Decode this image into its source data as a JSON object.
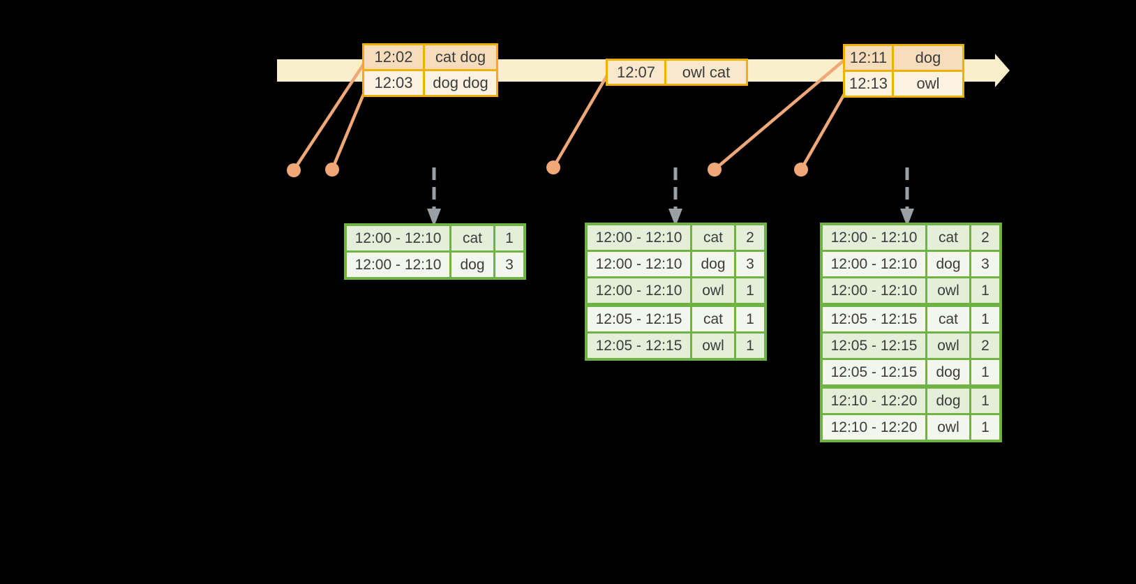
{
  "diagram": {
    "type": "streaming-windowed-aggregation-timeline",
    "colors": {
      "background": "#000000",
      "timeline_band": "#FAEFCB",
      "event_table_border": "#F0B000",
      "event_row_dark": "#F7DDBB",
      "event_row_light": "#FCF2E2",
      "event_row_mid": "#FAE8CD",
      "event_dot_and_line": "#F0A878",
      "trigger_arrow_gray": "#9AA0A4",
      "result_table_border": "#6FB344",
      "result_row_green": "#E4EED9",
      "result_row_light": "#F2F6EC",
      "table_text": "#3C3C3C"
    },
    "icons": [
      "timeline-arrow-icon",
      "trigger-arrow-icon",
      "event-dot-icon"
    ]
  },
  "timeline": {
    "event_tables": [
      {
        "rows": [
          {
            "time": "12:02",
            "words": "cat dog",
            "shade": "dark"
          },
          {
            "time": "12:03",
            "words": "dog dog",
            "shade": "light"
          }
        ]
      },
      {
        "rows": [
          {
            "time": "12:07",
            "words": "owl cat",
            "shade": "mid"
          }
        ]
      },
      {
        "rows": [
          {
            "time": "12:11",
            "words": "dog",
            "shade": "dark"
          },
          {
            "time": "12:13",
            "words": "owl",
            "shade": "light"
          }
        ]
      }
    ]
  },
  "result_tables": [
    {
      "rows": [
        {
          "window": "12:00 - 12:10",
          "word": "cat",
          "count": "1"
        },
        {
          "window": "12:00 - 12:10",
          "word": "dog",
          "count": "3"
        }
      ]
    },
    {
      "rows": [
        {
          "window": "12:00 - 12:10",
          "word": "cat",
          "count": "2"
        },
        {
          "window": "12:00 - 12:10",
          "word": "dog",
          "count": "3"
        },
        {
          "window": "12:00 - 12:10",
          "word": "owl",
          "count": "1"
        },
        {
          "window": "12:05 - 12:15",
          "word": "cat",
          "count": "1"
        },
        {
          "window": "12:05 - 12:15",
          "word": "owl",
          "count": "1"
        }
      ]
    },
    {
      "rows": [
        {
          "window": "12:00 - 12:10",
          "word": "cat",
          "count": "2"
        },
        {
          "window": "12:00 - 12:10",
          "word": "dog",
          "count": "3"
        },
        {
          "window": "12:00 - 12:10",
          "word": "owl",
          "count": "1"
        },
        {
          "window": "12:05 - 12:15",
          "word": "cat",
          "count": "1"
        },
        {
          "window": "12:05 - 12:15",
          "word": "owl",
          "count": "2"
        },
        {
          "window": "12:05 - 12:15",
          "word": "dog",
          "count": "1"
        },
        {
          "window": "12:10 - 12:20",
          "word": "dog",
          "count": "1"
        },
        {
          "window": "12:10 - 12:20",
          "word": "owl",
          "count": "1"
        }
      ]
    }
  ]
}
